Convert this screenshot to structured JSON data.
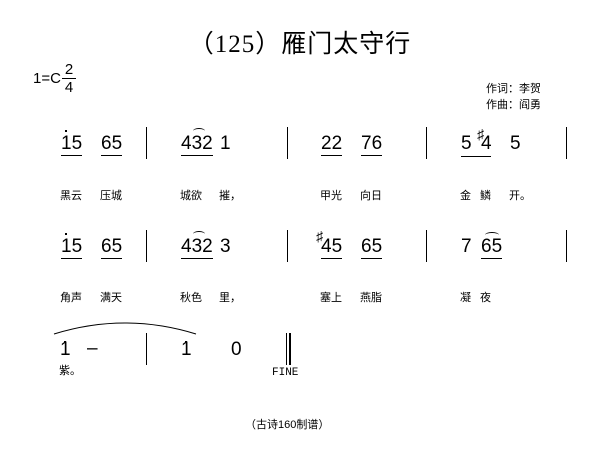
{
  "title": "（125）雁门太守行",
  "key": "1=C",
  "time_signature": {
    "numerator": "2",
    "denominator": "4"
  },
  "credits": {
    "lyricist": "作词：李贺",
    "composer": "作曲：阎勇"
  },
  "line1": {
    "notes": [
      "i5",
      "65",
      "432",
      "1",
      "22",
      "76",
      "5",
      "4",
      "5"
    ],
    "n1": "15",
    "n2": "65",
    "n3": "432",
    "n4": "1",
    "n5": "22",
    "n6": "76",
    "n7": "5",
    "n8": "4",
    "n9": "5",
    "sharp": "♯",
    "lyrics": {
      "l1": "黑云",
      "l2": "压城",
      "l3": "城欲",
      "l4": "摧，",
      "l5": "甲光",
      "l6": "向日",
      "l7": "金",
      "l8": "鳞",
      "l9": "开。"
    }
  },
  "line2": {
    "n1": "15",
    "n2": "65",
    "n3": "432",
    "n4": "3",
    "n5": "45",
    "n6": "65",
    "n7": "7",
    "n8": "65",
    "sharp": "♯",
    "lyrics": {
      "l1": "角声",
      "l2": "满天",
      "l3": "秋色",
      "l4": "里，",
      "l5": "塞上",
      "l6": "燕脂",
      "l7": "凝",
      "l8": "夜"
    }
  },
  "line3": {
    "n1": "1",
    "dash": "–",
    "n2": "1",
    "n3": "0",
    "lyric": "紫。",
    "fine": "FINE"
  },
  "footer": "（古诗160制谱）"
}
